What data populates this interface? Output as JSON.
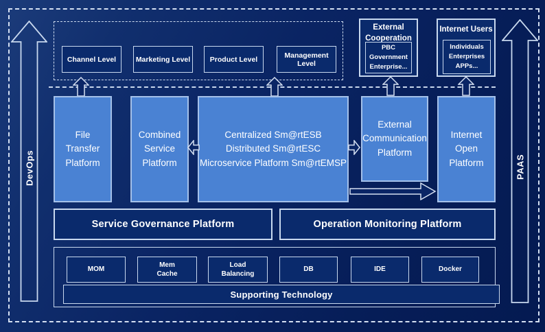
{
  "colors": {
    "background": "#0a2463",
    "panel_fill": "#0a2a6c",
    "platform_fill": "#4a82d3",
    "line_light": "#c9d9ef",
    "text": "#ffffff"
  },
  "rails": {
    "left_label": "DevOps",
    "right_label": "PAAS"
  },
  "levels": [
    "Channel Level",
    "Marketing Level",
    "Product Level",
    "Management Level"
  ],
  "top_boxes": {
    "external_cooperation": {
      "title": "External\nCooperation",
      "inner": "PBC Government\nEnterprise..."
    },
    "internet_users": {
      "title": "Internet Users",
      "inner": "Individuals\nEnterprises\nAPPs..."
    }
  },
  "platforms": {
    "file_transfer": "File\nTransfer\nPlatform",
    "combined_service": "Combined\nService\nPlatform",
    "esb": "Centralized Sm@rtESB\nDistributed Sm@rtESC\nMicroservice Platform Sm@rtEMSP",
    "external_communication": "External\nCommunication\nPlatform",
    "internet_open": "Internet\nOpen\nPlatform"
  },
  "governance_label": "Service Governance Platform",
  "monitoring_label": "Operation Monitoring Platform",
  "technologies": [
    "MOM",
    "Mem\nCache",
    "Load\nBalancing",
    "DB",
    "IDE",
    "Docker"
  ],
  "supporting_label": "Supporting Technology"
}
